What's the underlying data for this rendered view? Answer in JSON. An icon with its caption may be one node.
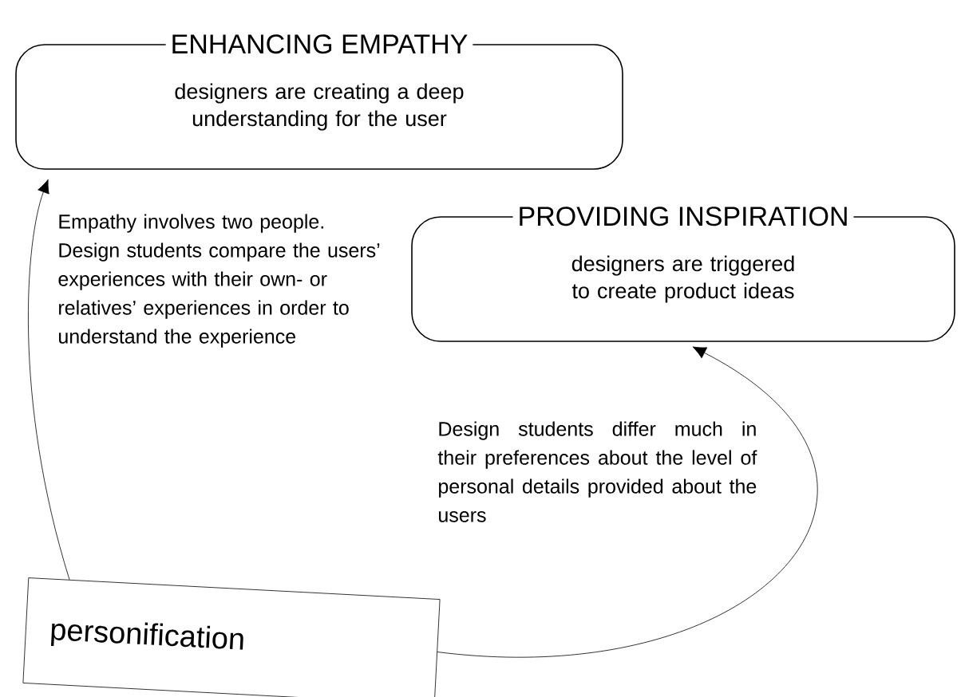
{
  "diagram": {
    "nodes": [
      {
        "text": [
          "ENHANCING EMPATHY",
          "designers are creating a deep understanding for the user"
        ]
      },
      {
        "text": [
          "PROVIDING INSPIRATION",
          "designers are triggered to create product ideas"
        ]
      },
      {
        "text": [
          "personification"
        ]
      }
    ],
    "edges": [
      {
        "from": 2,
        "to": 0,
        "arrow": "to",
        "label": "Empathy involves two people. Design students compare the users’ experiences with their own- or relatives’ experiences in order to understand the experience"
      },
      {
        "from": 2,
        "to": 1,
        "arrow": "to",
        "label": "Design students differ much in their preferences about the level of personal details provided about the users"
      }
    ]
  }
}
